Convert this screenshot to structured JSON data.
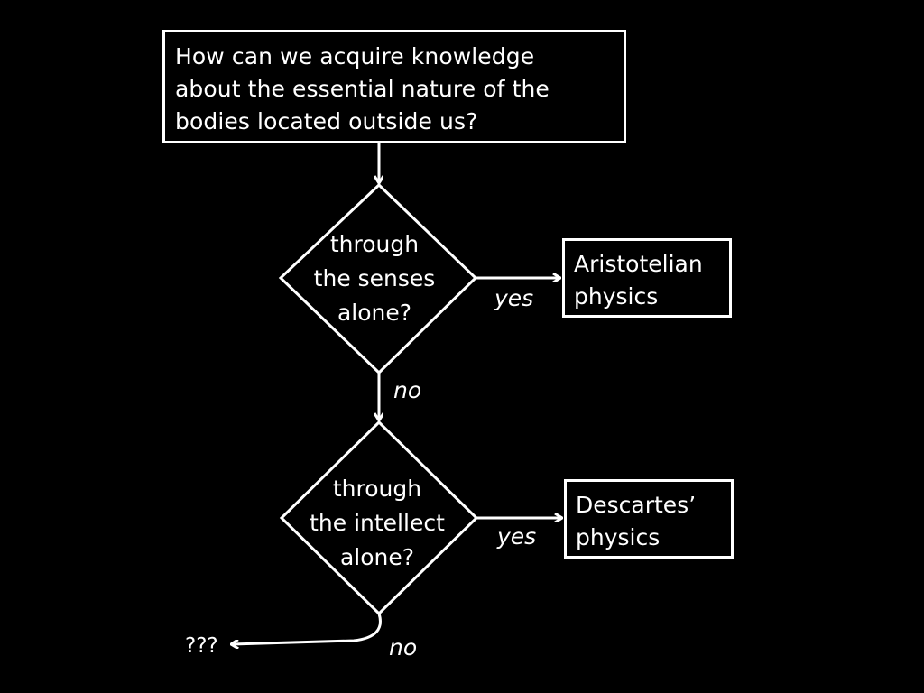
{
  "question": {
    "lines": [
      "How can we acquire knowledge",
      "about the essential nature of the",
      "bodies located outside us?"
    ]
  },
  "decision_senses": {
    "lines": [
      "through",
      "the senses",
      "alone?"
    ],
    "yes_label": "yes",
    "no_label": "no"
  },
  "outcome_aristotle": {
    "lines": [
      "Aristotelian",
      "physics"
    ]
  },
  "decision_intellect": {
    "lines": [
      "through",
      "the intellect",
      "alone?"
    ],
    "yes_label": "yes",
    "no_label": "no"
  },
  "outcome_descartes": {
    "lines": [
      "Descartes’",
      "physics"
    ]
  },
  "unknown_outcome": {
    "label": "???"
  },
  "colors": {
    "background": "#000000",
    "foreground": "#ffffff"
  }
}
